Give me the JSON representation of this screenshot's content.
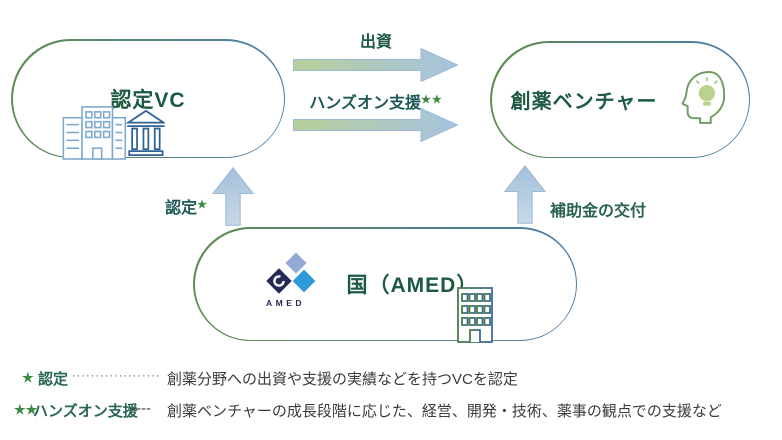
{
  "nodes": {
    "vc": {
      "label": "認定VC"
    },
    "venture": {
      "label": "創薬ベンチャー"
    },
    "amed": {
      "label": "国（AMED）",
      "logo_text": "AMED"
    }
  },
  "edges": {
    "investment": {
      "label": "出資"
    },
    "handson": {
      "label": "ハンズオン支援",
      "stars": "★★"
    },
    "certification": {
      "label": "認定",
      "stars": "★"
    },
    "subsidy": {
      "label": "補助金の交付"
    }
  },
  "footnotes": [
    {
      "stars": "★",
      "term": "認定",
      "leader": "········································",
      "text": "創薬分野への出資や支援の実績などを持つVCを認定"
    },
    {
      "stars": "★★",
      "term": "ハンズオン支援",
      "leader": "----",
      "text": "創薬ベンチャーの成長段階に応じた、経営、開発・技術、薬事の観点での支援など"
    }
  ],
  "colors": {
    "node_text": "#1c5a41",
    "border_green": "#5e8f50",
    "border_blue": "#4a7cab",
    "arrow_gradient_green": "#b7cf9a",
    "arrow_gradient_blue": "#a7c3e0",
    "up_arrow_fill": "#b6cde0",
    "star_green": "#3e8a44",
    "term_teal": "#2a6657",
    "amed_navy": "#252b57",
    "amed_periwinkle": "#95a9d5",
    "amed_blue": "#2d9bd9"
  }
}
